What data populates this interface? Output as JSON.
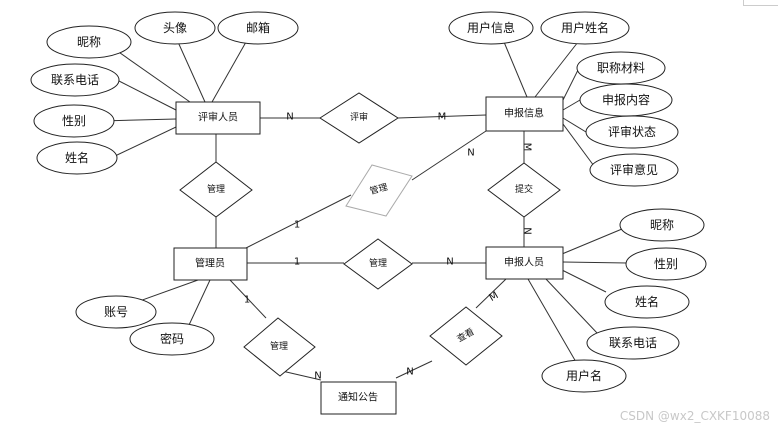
{
  "entities": {
    "reviewer": "评审人员",
    "application": "申报信息",
    "admin": "管理员",
    "applicant": "申报人员",
    "notice": "通知公告"
  },
  "attributes": {
    "reviewer_nickname": "昵称",
    "reviewer_avatar": "头像",
    "reviewer_email": "邮箱",
    "reviewer_phone": "联系电话",
    "reviewer_gender": "性别",
    "reviewer_name": "姓名",
    "app_user_info": "用户信息",
    "app_user_name": "用户姓名",
    "app_title_material": "职称材料",
    "app_content": "申报内容",
    "app_review_status": "评审状态",
    "app_review_opinion": "评审意见",
    "applicant_nickname": "昵称",
    "applicant_gender": "性别",
    "applicant_name": "姓名",
    "applicant_phone": "联系电话",
    "applicant_username": "用户名",
    "admin_account": "账号",
    "admin_password": "密码"
  },
  "relationships": {
    "review": "评审",
    "manage_reviewer": "管理",
    "manage_application": "管理",
    "manage_applicant": "管理",
    "manage_notice": "管理",
    "submit": "提交",
    "view": "查看"
  },
  "cardinalities": {
    "review_reviewer": "N",
    "review_application": "M",
    "manage_application_admin": "1",
    "manage_application_app": "N",
    "submit_application": "M",
    "submit_applicant": "N",
    "manage_applicant_admin": "1",
    "manage_applicant_applicant": "N",
    "manage_notice_admin": "1",
    "manage_notice_notice": "N",
    "view_applicant": "M",
    "view_notice": "N"
  },
  "watermark": "CSDN @wx2_CXKF10088"
}
